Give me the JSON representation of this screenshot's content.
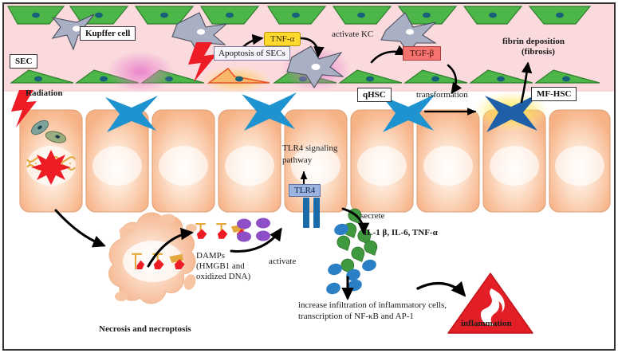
{
  "figure": {
    "domain": "diagram",
    "title_visible": false,
    "background": "#ffffff",
    "sinusoid_band_color": "#fadadd",
    "frame_color": "#333333"
  },
  "palette": {
    "sec_green": "#4cb648",
    "sec_green_dark": "#2f7e2c",
    "sec_nucleus": "#1a5c72",
    "kupffer_gray": "#a9b0c4",
    "kupffer_outline": "#4b4f5e",
    "hepatocyte_fill": "#f6b58a",
    "hepatocyte_outline": "#d79a70",
    "hsc_blue": "#1f93cf",
    "mfhsc_blue": "#1f5fa8",
    "mfhsc_glow": "#ffdf3d",
    "radiation_red": "#ee1c25",
    "tnf_yellow": "#ffd92e",
    "tgf_red": "#f4736e",
    "tlr4_blue": "#9db4e0",
    "damp_purple": "#8e4ec6",
    "cytokine_green": "#3f9a3f",
    "cytokine_blue": "#2b7fc4",
    "apoptosis_orange": "#f5a93c",
    "arrow_black": "#000000",
    "inflammation_red": "#e21f26"
  },
  "labels": {
    "kupffer_cell": "Kupffer cell",
    "sec": "SEC",
    "radiation": "Radiation",
    "apoptosis_of_secs": "Apoptosis of SECs",
    "tnf_alpha": "TNF-α",
    "activate_kc": "activate KC",
    "tgf_beta": "TGF-β",
    "fibrin_deposition_line1": "fibrin deposition",
    "fibrin_deposition_line2": "(fibrosis)",
    "qhsc": "qHSC",
    "transformation": "transformation",
    "mf_hsc": "MF-HSC",
    "tlr4_signaling_line1": "TLR4 signaling",
    "tlr4_signaling_line2": "pathway",
    "tlr4": "TLR4",
    "secrete": "secrete",
    "activate": "activate",
    "cytokines": "IL-1 β, IL-6, TNF-α",
    "damps_line1": "DAMPs",
    "damps_line2": "(HMGB1 and",
    "damps_line3": "oxidized DNA)",
    "necrosis": "Necrosis and necroptosis",
    "outcome_line1": "increase infiltration of inflammatory cells,",
    "outcome_line2": "transcription of NF-κB and AP-1",
    "inflammation": "inflammation"
  },
  "cell_rows": {
    "sec_top_count": 9,
    "sec_bottom_count": 9,
    "hepatocyte_count": 9,
    "kupffer_top_count": 3,
    "kupffer_bottom_count": 2,
    "hsc_quiescent_count": 3,
    "hsc_myofibroblast_count": 1
  },
  "particles": {
    "damp_purple_count": 4,
    "damp_hmgb1_count": 3,
    "cytokine_green_count": 7,
    "cytokine_blue_count": 6
  }
}
